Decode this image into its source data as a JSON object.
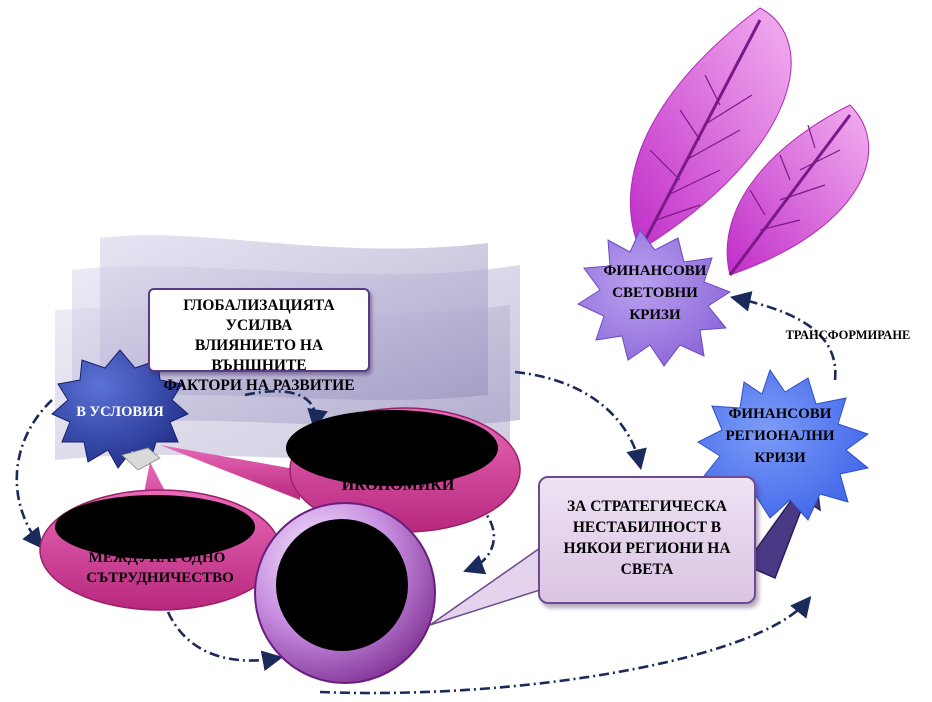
{
  "main_title": {
    "lines": [
      "ГЛОБАЛИЗАЦИЯТА УСИЛВА",
      "ВЛИЯНИЕТО НА ВЪНШНИТЕ",
      "ФАКТОРИ НА РАЗВИТИЕ"
    ]
  },
  "condition_badge": {
    "label": "В УСЛОВИЯ"
  },
  "economy_oval": {
    "label": "ИКОНОМИКИ"
  },
  "cooperation_oval": {
    "line1": "МЕЖДУНАРОДНО",
    "line2": "СЪТРУДНИЧЕСТВО"
  },
  "strategic_box": {
    "lines": [
      "ЗА СТРАТЕГИЧЕСКА",
      "НЕСТАБИЛНОСТ В",
      "НЯКОИ РЕГИОНИ НА",
      "СВЕТА"
    ]
  },
  "world_crises": {
    "lines": [
      "ФИНАНСОВИ",
      "СВЕТОВНИ",
      "КРИЗИ"
    ]
  },
  "regional_crises": {
    "lines": [
      "ФИНАНСОВИ",
      "РЕГИОНАЛНИ",
      "КРИЗИ"
    ]
  },
  "transform_label": "ТРАНСФОРМИРАНЕ",
  "colors": {
    "magenta": "#c63c96",
    "purple_star": "#9b7ae0",
    "blue_star": "#5a7ff2",
    "leaf": "#d85cde",
    "arrow_navy": "#1a2a5a",
    "big_arrow": "#4a3a86"
  }
}
